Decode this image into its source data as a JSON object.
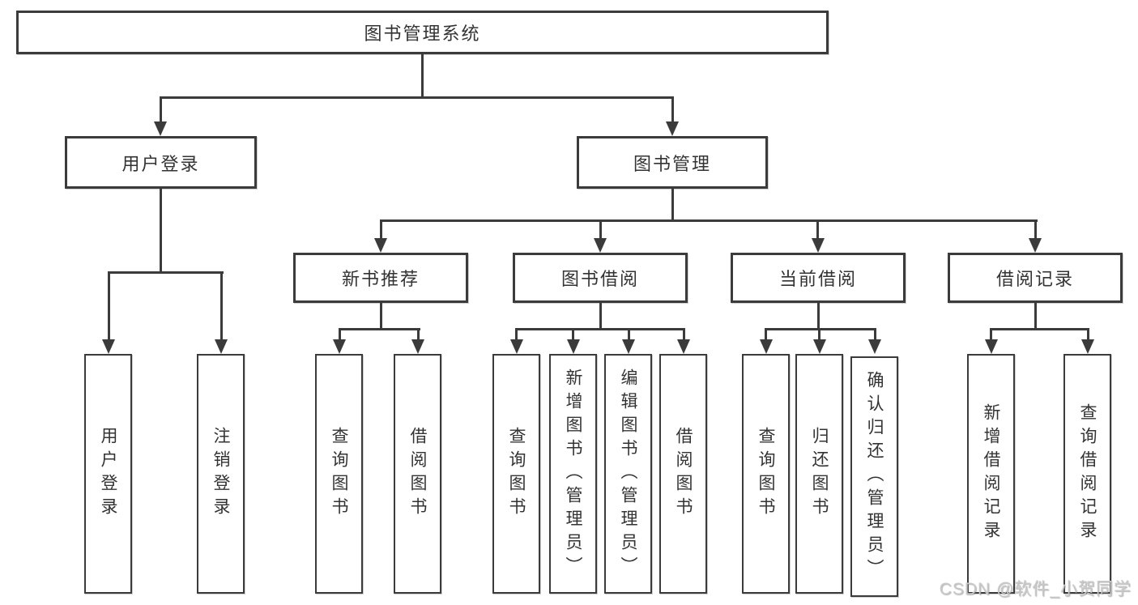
{
  "diagram": {
    "root": "图书管理系统",
    "branches": [
      {
        "label": "用户登录",
        "children": [
          "用户登录",
          "注销登录"
        ]
      },
      {
        "label": "图书管理",
        "groups": [
          {
            "label": "新书推荐",
            "children": [
              "查询图书",
              "借阅图书"
            ]
          },
          {
            "label": "图书借阅",
            "children": [
              "查询图书",
              "新增图书（管理员）",
              "编辑图书（管理员）",
              "借阅图书"
            ]
          },
          {
            "label": "当前借阅",
            "children": [
              "查询图书",
              "归还图书",
              "确认归还（管理员）"
            ]
          },
          {
            "label": "借阅记录",
            "children": [
              "新增借阅记录",
              "查询借阅记录"
            ]
          }
        ]
      }
    ]
  },
  "watermark": "CSDN @软件_小贺同学",
  "colors": {
    "line": "#3b3b3b",
    "text": "#333333",
    "background": "#ffffff",
    "watermark": "#c9c9c9"
  }
}
